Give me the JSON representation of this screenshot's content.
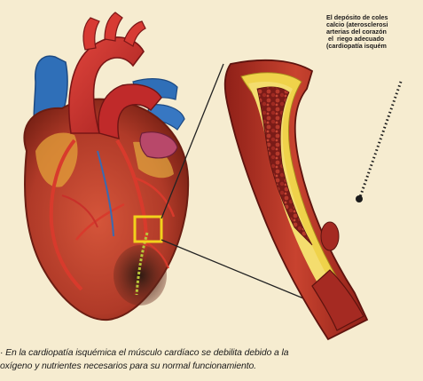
{
  "callout": {
    "lines": [
      "El depósito de coles",
      "calcio (aterosclerosi",
      "arterias del corazón",
      " el  riego adecuado",
      "(cardiopatía isquém"
    ]
  },
  "caption": {
    "lines": [
      "· En la cardiopatía isquémica el músculo cardíaco se debilita debido a la",
      "oxígeno y nutrientes necesarios para su normal funcionamiento."
    ]
  },
  "colors": {
    "background": "#f6ecd0",
    "aorta": "#c8282c",
    "vein": "#2f6fb8",
    "heart_muscle": "#b8402a",
    "artery_wall_outer": "#b03226",
    "plaque": "#efd24a",
    "blood": "#8e1f1c",
    "highlight_box": "#f2d21c"
  }
}
